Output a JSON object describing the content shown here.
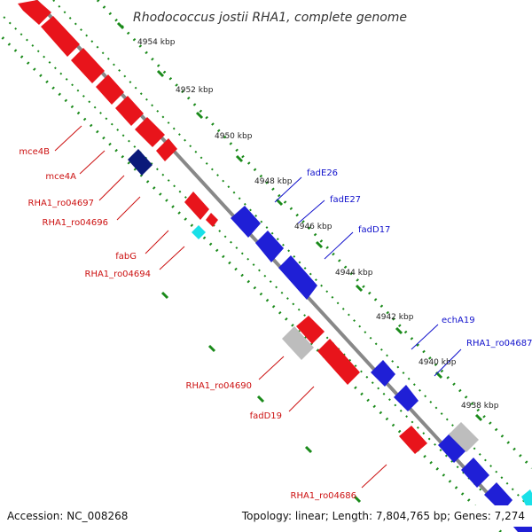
{
  "genome_title": "Rhodococcus jostii RHA1, complete genome",
  "footer": {
    "accession": "Accession: NC_008268",
    "summary": "Topology: linear; Length: 7,804,765 bp; Genes: 7,274"
  },
  "scale_ticks": [
    "4954 kbp",
    "4952 kbp",
    "4950 kbp",
    "4948 kbp",
    "4946 kbp",
    "4944 kbp",
    "4942 kbp",
    "4940 kbp",
    "4938 kbp"
  ],
  "gene_labels": {
    "mce4B": "mce4B",
    "mce4A": "mce4A",
    "ro04697": "RHA1_ro04697",
    "ro04696": "RHA1_ro04696",
    "fabG": "fabG",
    "ro04694": "RHA1_ro04694",
    "ro04690": "RHA1_ro04690",
    "fadD19": "fadD19",
    "ro04686": "RHA1_ro04686",
    "fadE26": "fadE26",
    "fadE27": "fadE27",
    "fadD17": "fadD17",
    "echA19": "echA19",
    "ro04687": "RHA1_ro04687"
  },
  "colors": {
    "reverse_strand": "#e8141b",
    "forward_strand": "#1f1fd6",
    "dark_gene": "#0a1a7a",
    "cyan_gene": "#19e0e8",
    "grey_gene": "#bdbdbd",
    "dotted_track": "#1a8a1a",
    "backbone": "#888888",
    "label_red": "#cc1111",
    "label_blue": "#1111cc"
  }
}
